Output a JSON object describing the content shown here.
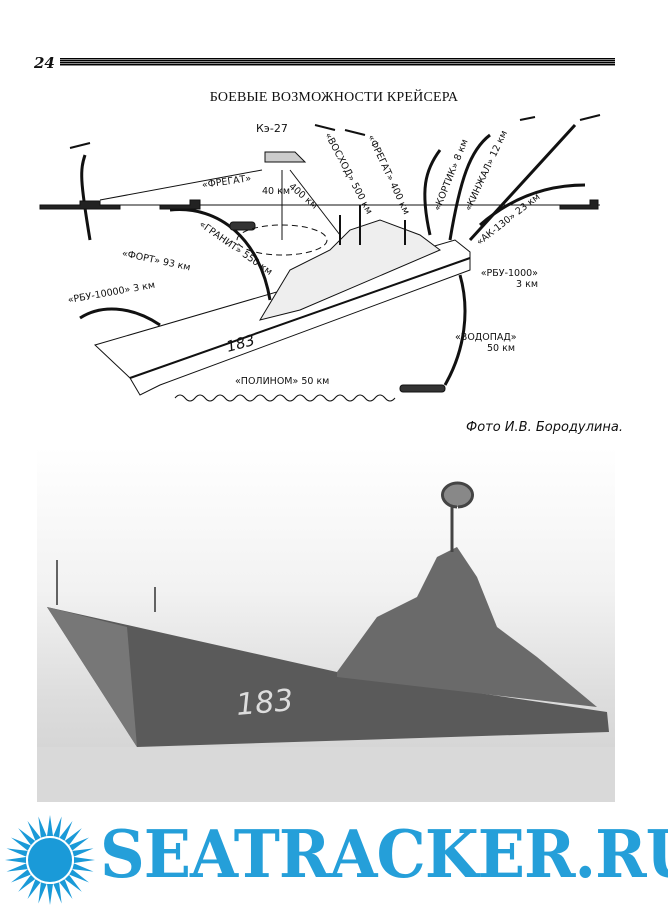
{
  "page_number": "24",
  "title": "БОЕВЫЕ ВОЗМОЖНОСТИ КРЕЙСЕРА",
  "diagram": {
    "hull_number": "183",
    "labels": {
      "helicopter": "Кэ-27",
      "voskhod": "«ВОСХОД» 500 км",
      "fregat_long": "«ФРЕГАТ» 400 км",
      "fregat": "«ФРЕГАТ»",
      "range_40": "40 км",
      "range_400": "400 км",
      "kortik": "«КОРТИК» 8 км",
      "kinzhal": "«КИНЖАЛ» 12 км",
      "ak130": "«АК-130» 23 км",
      "granit": "«ГРАНИТ» 550 км",
      "fort": "«ФОРТ» 93 км",
      "rbu10000": "«РБУ-10000» 3 км",
      "rbu1000": "«РБУ-1000» 3 км",
      "vodopad": "«ВОДОПАД» 50 км",
      "polinom": "«ПОЛИНОМ» 50 км"
    }
  },
  "photo": {
    "credit": "Фото И.В. Бородулина.",
    "hull_number": "183"
  },
  "watermark": "SEATRACKER.RU",
  "colors": {
    "watermark": "#1a9ad8"
  }
}
